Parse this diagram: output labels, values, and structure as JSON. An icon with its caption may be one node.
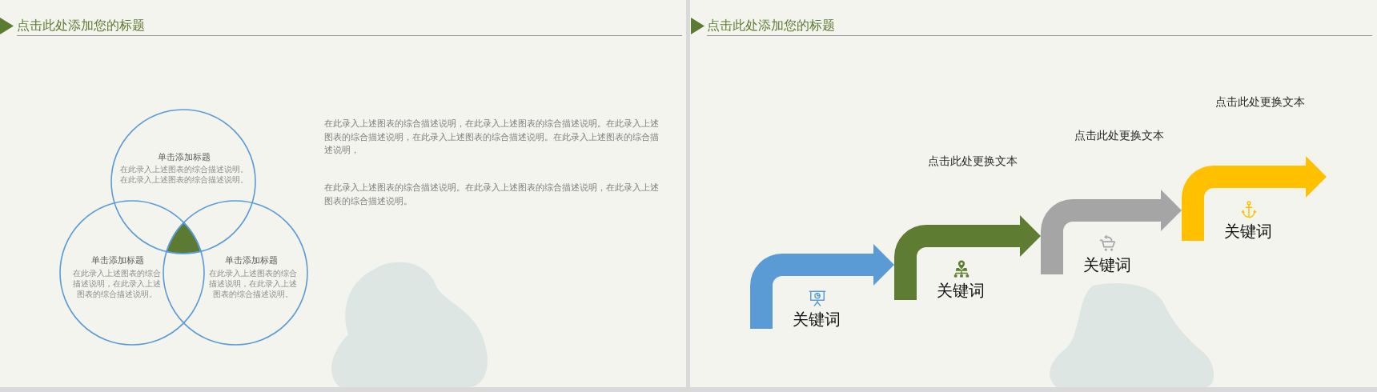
{
  "diagram": {
    "nodes": [
      {
        "text": [
          "单击添加标题",
          "在此录入上述图表的综合描述说明。在此录入上述图表的综合描述说明。"
        ]
      },
      {
        "text": [
          "单击添加标题",
          "在此录入上述图表的综合描述说明，在此录入上述图表的综合描述说明。"
        ]
      },
      {
        "text": [
          "单击添加标题",
          "在此录入上述图表的综合描述说明，在此录入上述图表的综合描述说明。"
        ]
      },
      {
        "text": [
          "关键词"
        ]
      },
      {
        "text": [
          "关键词"
        ]
      },
      {
        "text": [
          "关键词"
        ]
      },
      {
        "text": [
          "关键词"
        ]
      }
    ],
    "edges": [
      {
        "from": 3,
        "to": 4,
        "arrow": "to"
      },
      {
        "from": 4,
        "to": 5,
        "arrow": "to"
      },
      {
        "from": 5,
        "to": 6,
        "arrow": "to"
      },
      {
        "from": 6,
        "to": null,
        "arrow": "to"
      }
    ],
    "labels": [
      "点击此处添加您的标题",
      "在此录入上述图表的综合描述说明，在此录入上述图表的综合描述说明。在此录入上述图表的综合描述说明，在此录入上述图表的综合描述说明。在此录入上述图表的综合描述说明，",
      "在此录入上述图表的综合描述说明。在此录入上述图表的综合描述说明，在此录入上述图表的综合描述说明。",
      "点击此处添加您的标题",
      "点击此处更换文本",
      "点击此处更换文本",
      "点击此处更换文本"
    ]
  }
}
